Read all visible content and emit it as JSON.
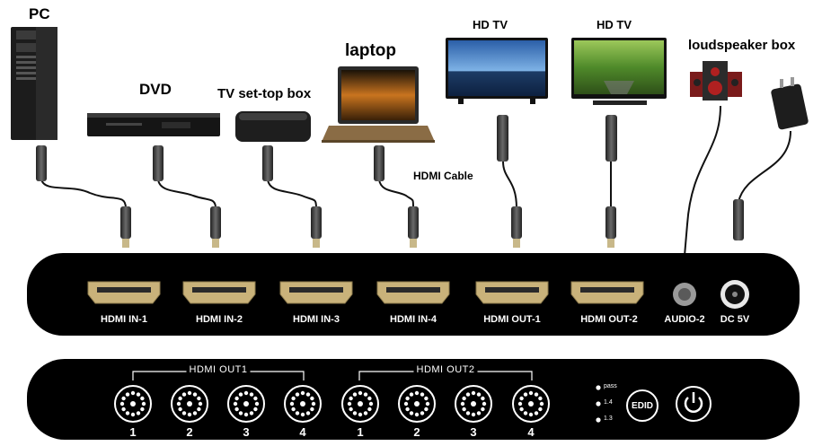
{
  "devices": {
    "pc": "PC",
    "dvd": "DVD",
    "stb": "TV set-top box",
    "laptop": "laptop",
    "tv1": "HD TV",
    "tv2": "HD TV",
    "speaker": "loudspeaker box"
  },
  "cable_label": "HDMI Cable",
  "back_panel": {
    "ports": [
      "HDMI IN-1",
      "HDMI IN-2",
      "HDMI IN-3",
      "HDMI IN-4",
      "HDMI OUT-1",
      "HDMI OUT-2"
    ],
    "audio": "AUDIO-2",
    "dc": "DC 5V"
  },
  "front_panel": {
    "group1": "HDMI OUT1",
    "group2": "HDMI OUT2",
    "numbers": [
      "1",
      "2",
      "3",
      "4",
      "1",
      "2",
      "3",
      "4"
    ],
    "leds": [
      "pass",
      "1.4",
      "1.3"
    ],
    "edid": "EDID"
  }
}
